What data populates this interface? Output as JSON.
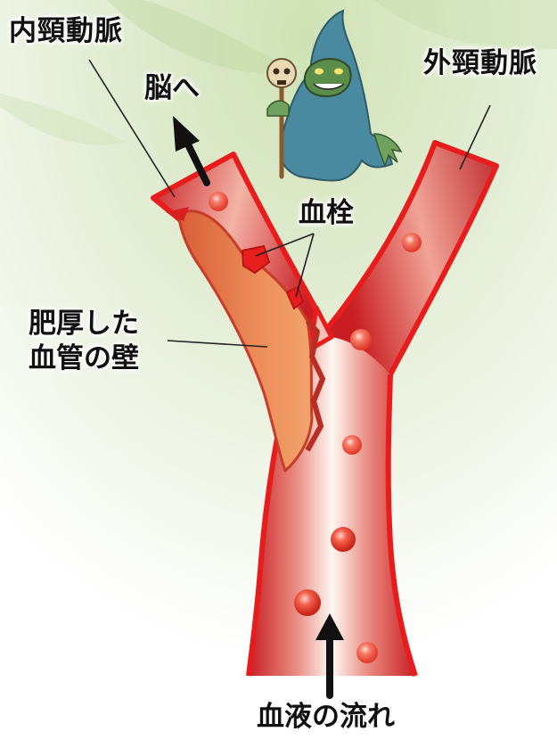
{
  "labels": {
    "internal_carotid": "内頸動脈",
    "to_brain": "脳へ",
    "external_carotid": "外頸動脈",
    "embolus": "血栓",
    "thickened_wall_line1": "肥厚した",
    "thickened_wall_line2": "血管の壁",
    "blood_flow": "血液の流れ"
  },
  "icons": {
    "creature": "hooded-grim-reaper-icon",
    "skull_staff": "skull-staff-icon",
    "arrow_brain": "arrow-up-left-icon",
    "arrow_flow": "arrow-up-icon"
  },
  "colors": {
    "vessel_red": "#d42a2a",
    "vessel_core": "#fff5ef",
    "plaque": "#e4784a",
    "embolus_red": "#e81e1e",
    "cell_red": "#ef4b3a",
    "creature_body": "#4a8aa0",
    "creature_face": "#5a8c4a",
    "background_tint": "#cfe2b4"
  }
}
